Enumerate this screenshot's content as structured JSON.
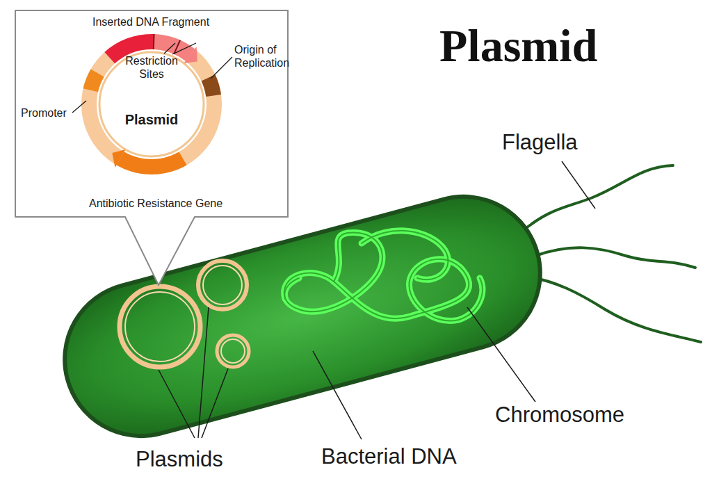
{
  "diagram": {
    "title": "Plasmid",
    "nodes": [
      {
        "text": [
          "Restriction Sites",
          "Plasmid"
        ]
      }
    ],
    "labels": [
      "Inserted DNA Fragment",
      "Origin of Replication",
      "Promoter",
      "Antibiotic Resistance Gene",
      "Flagella",
      "Chromosome",
      "Plasmids",
      "Bacterial DNA"
    ]
  }
}
